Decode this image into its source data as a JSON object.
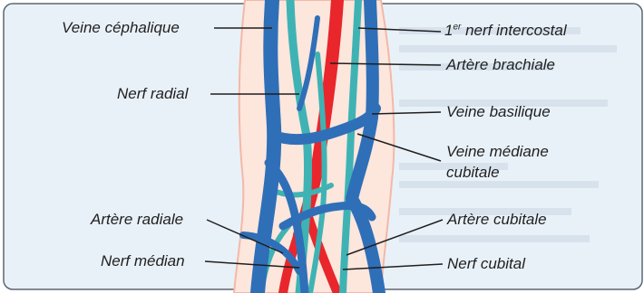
{
  "labels": {
    "veine_cephalique": "Veine céphalique",
    "nerf_intercostal_prefix": "1",
    "nerf_intercostal_sup": "er",
    "nerf_intercostal_rest": " nerf intercostal",
    "artere_brachiale": "Artère brachiale",
    "nerf_radial": "Nerf radial",
    "veine_basilique": "Veine basilique",
    "veine_mediane_line1": "Veine médiane",
    "veine_mediane_line2": "cubitale",
    "artere_radiale": "Artère radiale",
    "artere_cubitale": "Artère cubitale",
    "nerf_median": "Nerf médian",
    "nerf_cubital": "Nerf cubital"
  },
  "colors": {
    "background_panel": "#e9f1f8",
    "panel_border": "#5e6670",
    "skin": "#fde6dc",
    "skin_outline": "#f4b8a8",
    "vein": "#2f6fb8",
    "vein_dark": "#1e4f8f",
    "nerve": "#3fb3b4",
    "artery": "#e8262c",
    "leader_line": "#1f1f1f"
  }
}
